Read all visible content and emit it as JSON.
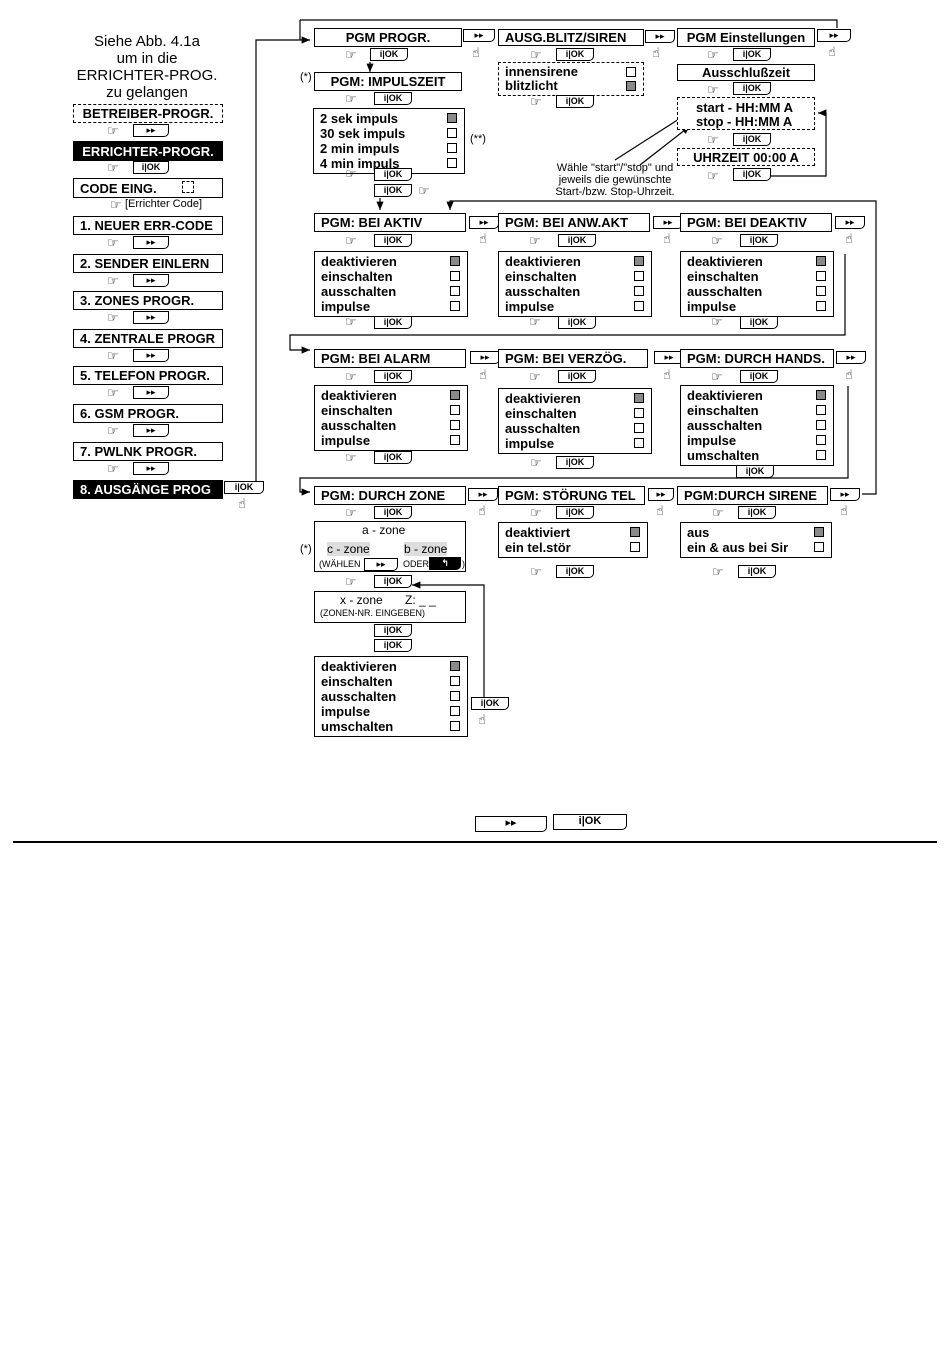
{
  "buttons": {
    "next": "▸▸",
    "ok": "i|OK",
    "back": "↰"
  },
  "sidebar": {
    "intro": [
      "Siehe Abb. 4.1a",
      "um in die",
      "ERRICHTER-PROG.",
      "zu gelangen"
    ],
    "betreiber": "BETREIBER-PROGR.",
    "errichter": "ERRICHTER-PROGR.",
    "code": "CODE EING.",
    "code_hint": "[Errichter Code]",
    "items": [
      "1. NEUER ERR-CODE",
      "2. SENDER EINLERN",
      "3. ZONES PROGR.",
      "4. ZENTRALE PROGR",
      "5. TELEFON PROGR.",
      "6. GSM PROGR.",
      "7. PWLNK PROGR."
    ],
    "active": "8. AUSGÄNGE PROG"
  },
  "top": {
    "pgm_progr": "PGM PROGR.",
    "ausg": "AUSG.BLITZ/SIREN",
    "ausg_options": [
      "innensirene",
      "blitzlicht"
    ],
    "einstellungen": "PGM Einstellungen",
    "ausschluss": "Ausschlußzeit",
    "start": "start - HH:MM A",
    "stop": "stop - HH:MM A",
    "uhrzeit": "UHRZEIT  00:00 A",
    "note": [
      "Wähle \"start\"/\"stop\" und",
      "jeweils die gewünschte",
      "Start-/bzw. Stop-Uhrzeit."
    ]
  },
  "impuls": {
    "star": "(*)",
    "title": "PGM: IMPULSZEIT",
    "options": [
      "2 sek impuls",
      "30 sek impuls",
      "2 min impuls",
      "4 min impuls"
    ],
    "star2": "(**)"
  },
  "row1": [
    {
      "title": "PGM: BEI AKTIV",
      "options": [
        "deaktivieren",
        "einschalten",
        "ausschalten",
        "impulse"
      ]
    },
    {
      "title": "PGM: BEI ANW.AKT",
      "options": [
        "deaktivieren",
        "einschalten",
        "ausschalten",
        "impulse"
      ]
    },
    {
      "title": "PGM: BEI DEAKTIV",
      "options": [
        "deaktivieren",
        "einschalten",
        "ausschalten",
        "impulse"
      ]
    }
  ],
  "row2": [
    {
      "title": "PGM: BEI ALARM",
      "options": [
        "deaktivieren",
        "einschalten",
        "ausschalten",
        "impulse"
      ]
    },
    {
      "title": "PGM: BEI VERZÖG.",
      "options": [
        "deaktivieren",
        "einschalten",
        "ausschalten",
        "impulse"
      ]
    },
    {
      "title": "PGM: DURCH HANDS.",
      "options": [
        "deaktivieren",
        "einschalten",
        "ausschalten",
        "impulse",
        "umschalten"
      ]
    }
  ],
  "row3": {
    "zone_title": "PGM: DURCH ZONE",
    "stoer_title": "PGM: STÖRUNG TEL",
    "stoer_options": [
      "deaktiviert",
      "ein tel.stör"
    ],
    "sirene_title": "PGM:DURCH SIRENE",
    "sirene_options": [
      "aus",
      "ein & aus bei Sir"
    ]
  },
  "zone": {
    "star": "(*)",
    "a": "a - zone",
    "c": "c - zone",
    "b": "b - zone",
    "waehlen": "(WÄHLEN",
    "oder": "ODER",
    "close": ")",
    "x": "x - zone",
    "z": "Z: _ _",
    "hint": "(ZONEN-NR. EINGEBEN)",
    "options": [
      "deaktivieren",
      "einschalten",
      "ausschalten",
      "impulse",
      "umschalten"
    ]
  },
  "legend": {
    "next": "▸▸",
    "ok": "i|OK"
  }
}
